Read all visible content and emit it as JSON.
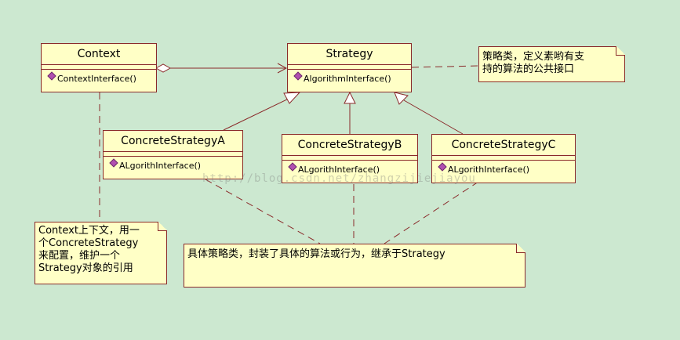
{
  "classes": {
    "context": {
      "name": "Context",
      "op": "ContextInterface()"
    },
    "strategy": {
      "name": "Strategy",
      "op": "AlgorithmInterface()"
    },
    "concrete_a": {
      "name": "ConcreteStrategyA",
      "op": "ALgorithInterface()"
    },
    "concrete_b": {
      "name": "ConcreteStrategyB",
      "op": "ALgorithInterface()"
    },
    "concrete_c": {
      "name": "ConcreteStrategyC",
      "op": "ALgorithInterface()"
    }
  },
  "notes": {
    "strategy_note": [
      "策略类，定义素哟有支",
      "持的算法的公共接口"
    ],
    "context_note": [
      "Context上下文，用一",
      "个ConcreteStrategy",
      "来配置，维护一个",
      "Strategy对象的引用"
    ],
    "concrete_note": [
      "具体策略类，封装了具体的算法或行为，继承于Strategy"
    ]
  },
  "watermark": "http://blog.csdn.net/zhangzijiejiayou",
  "colors": {
    "background": "#cce8d0",
    "box_fill": "#ffffc6",
    "box_border": "#8a2a2a",
    "operation_icon": "#b14fb0"
  }
}
